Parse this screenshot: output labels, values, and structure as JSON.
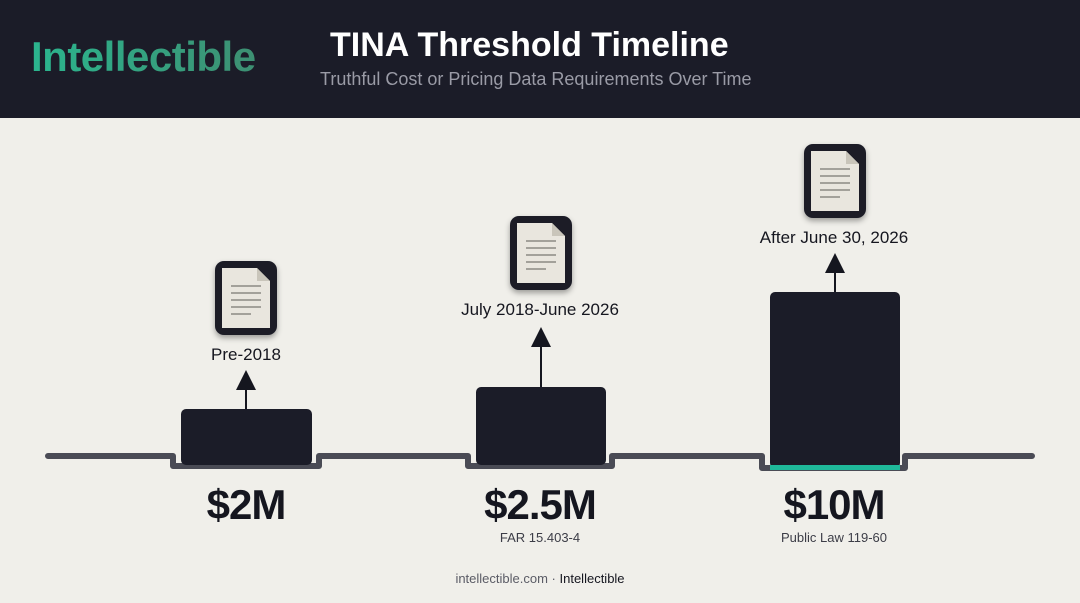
{
  "header": {
    "logo": "Intellectible",
    "title": "TINA Threshold Timeline",
    "subtitle": "Truthful Cost or Pricing Data Requirements Over Time"
  },
  "milestones": [
    {
      "period": "Pre-2018",
      "amount": "$2M",
      "reference": "",
      "value_millions": 2
    },
    {
      "period": "July 2018-June 2026",
      "amount": "$2.5M",
      "reference": "FAR 15.403-4",
      "value_millions": 2.5
    },
    {
      "period": "After June 30, 2026",
      "amount": "$10M",
      "reference": "Public Law 119-60",
      "value_millions": 10,
      "highlighted": true
    }
  ],
  "footer": {
    "site": "intellectible.com",
    "separator": " · ",
    "brand": "Intellectible"
  },
  "colors": {
    "header_bg": "#1b1c28",
    "page_bg": "#f0efea",
    "block": "#1b1c28",
    "accent": "#1fb89a",
    "line": "#4a4b55"
  },
  "icons": [
    "document-icon"
  ]
}
